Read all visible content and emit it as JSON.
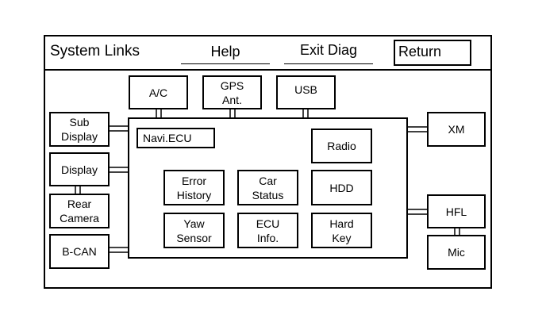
{
  "header": {
    "title": "System Links",
    "menu": {
      "help": "Help",
      "exit_diag": "Exit Diag",
      "return": "Return"
    }
  },
  "ecu": {
    "label": "Navi.ECU",
    "buttons": {
      "radio": "Radio",
      "error_history": "Error\nHistory",
      "car_status": "Car\nStatus",
      "hdd": "HDD",
      "yaw_sensor": "Yaw\nSensor",
      "ecu_info": "ECU\nInfo.",
      "hard_key": "Hard\nKey"
    }
  },
  "devices": {
    "ac": "A/C",
    "gps": "GPS\nAnt.",
    "usb": "USB",
    "sub_display": "Sub\nDisplay",
    "display": "Display",
    "rear_camera": "Rear\nCamera",
    "bcan": "B-CAN",
    "xm": "XM",
    "hfl": "HFL",
    "mic": "Mic"
  }
}
